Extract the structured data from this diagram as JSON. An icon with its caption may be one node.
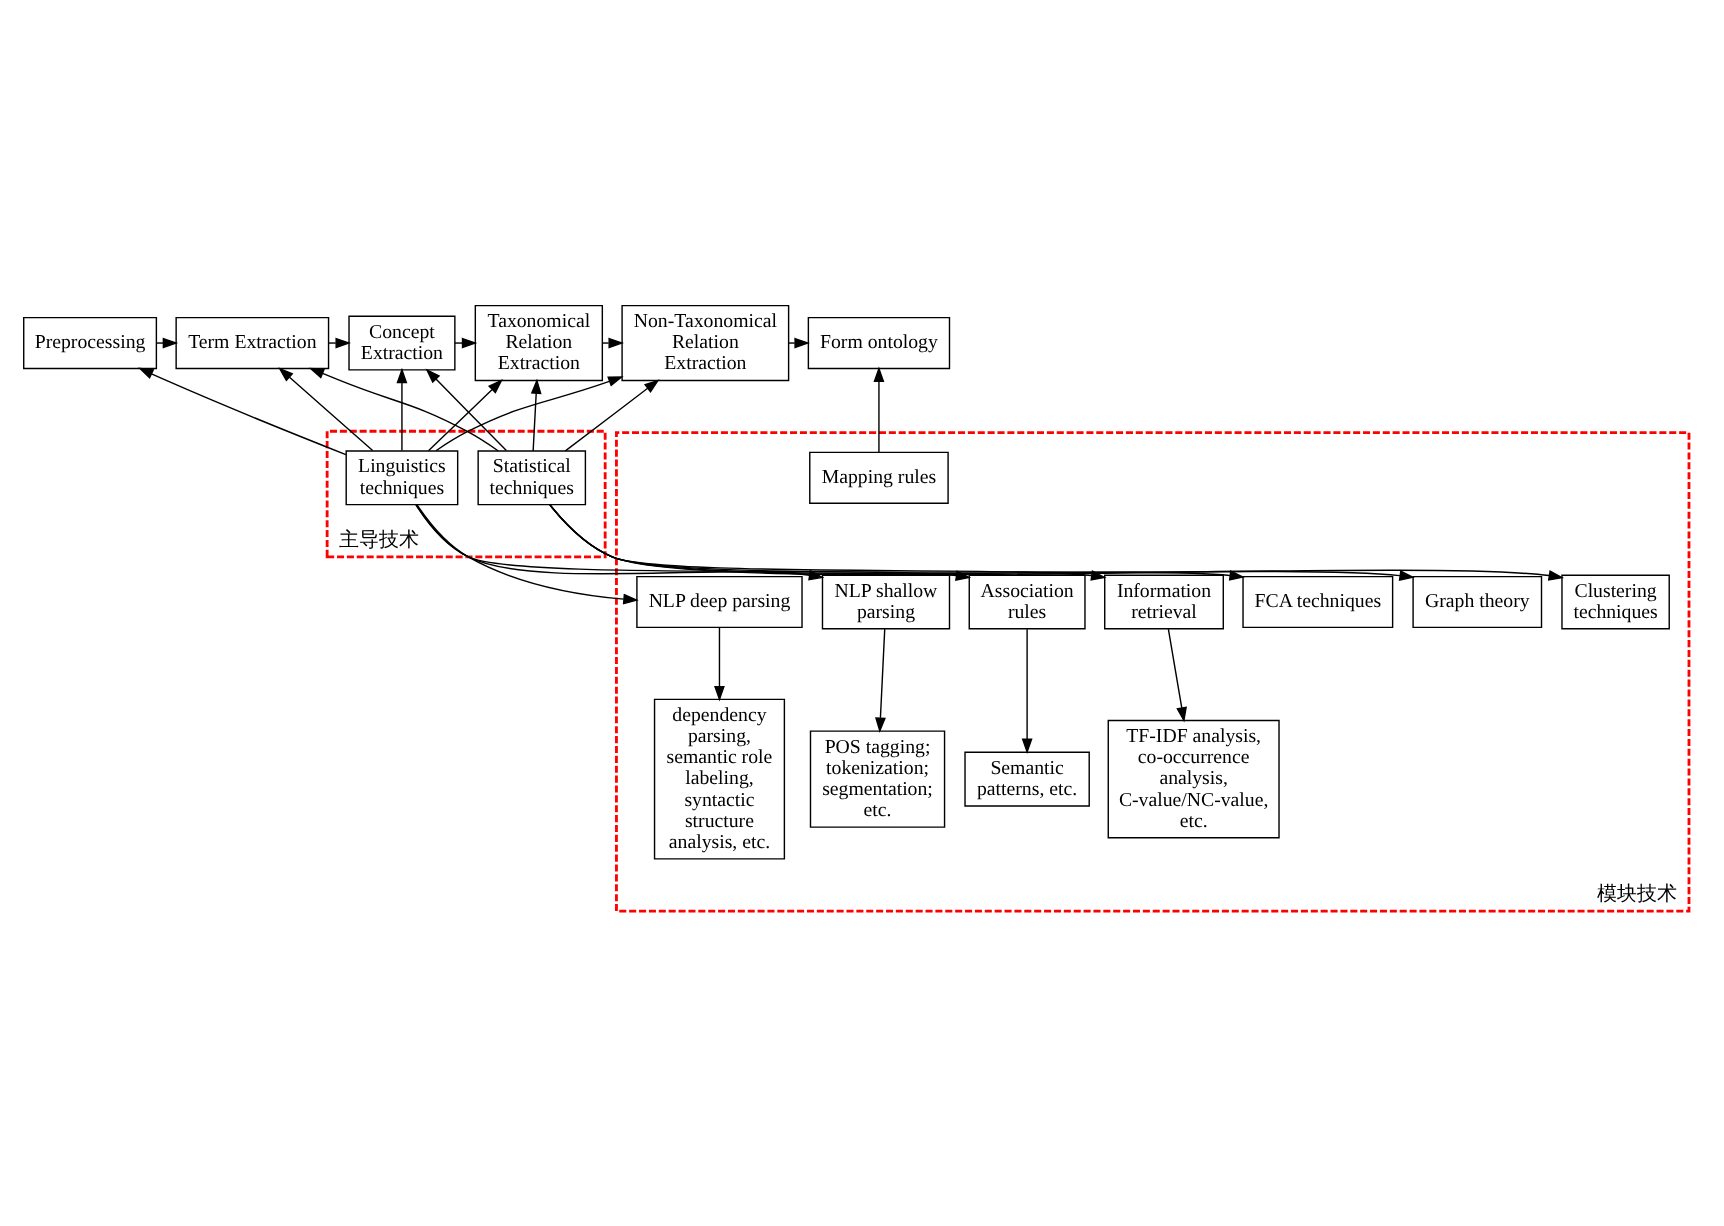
{
  "diagram": {
    "nodes": [
      {
        "text": [
          "Preprocessing"
        ]
      },
      {
        "text": [
          "Term Extraction"
        ]
      },
      {
        "text": [
          "Concept Extraction"
        ]
      },
      {
        "text": [
          "Taxonomical Relation Extraction"
        ]
      },
      {
        "text": [
          "Non-Taxonomical Relation Extraction"
        ]
      },
      {
        "text": [
          "Form ontology"
        ]
      },
      {
        "text": [
          "主导技术"
        ]
      },
      {
        "text": [
          "Linguistics techniques"
        ],
        "in": 6
      },
      {
        "text": [
          "Statistical techniques"
        ],
        "in": 6
      },
      {
        "text": [
          "模块技术"
        ]
      },
      {
        "text": [
          "NLP shallow parsing"
        ],
        "in": 9
      },
      {
        "text": [
          "NLP deep parsing"
        ],
        "in": 9
      },
      {
        "text": [
          "Association rules"
        ],
        "in": 9
      },
      {
        "text": [
          "Information retrieval"
        ],
        "in": 9
      },
      {
        "text": [
          "Clustering techniques"
        ],
        "in": 9
      },
      {
        "text": [
          "Graph theory"
        ],
        "in": 9
      },
      {
        "text": [
          "FCA techniques"
        ],
        "in": 9
      },
      {
        "text": [
          "Mapping rules"
        ],
        "in": 9
      },
      {
        "text": [
          "POS tagging; tokenization; segmentation; etc."
        ],
        "in": 9
      },
      {
        "text": [
          "dependency parsing, semantic role labeling, syntactic structure analysis, etc."
        ],
        "in": 9
      },
      {
        "text": [
          "Semantic patterns, etc."
        ],
        "in": 9
      },
      {
        "text": [
          "TF-IDF analysis, co-occurrence analysis, C-value/NC-value, etc."
        ],
        "in": 9
      }
    ],
    "edges": [
      {
        "from": 0,
        "to": 1,
        "arrow": "to"
      },
      {
        "from": 1,
        "to": 2,
        "arrow": "to"
      },
      {
        "from": 2,
        "to": 3,
        "arrow": "to"
      },
      {
        "from": 3,
        "to": 4,
        "arrow": "to",
        "style": "dashed"
      },
      {
        "from": 4,
        "to": 5,
        "arrow": "to"
      },
      {
        "from": 7,
        "to": 0,
        "arrow": "to"
      },
      {
        "from": 7,
        "to": 1,
        "arrow": "to"
      },
      {
        "from": 7,
        "to": 2,
        "arrow": "to"
      },
      {
        "from": 7,
        "to": 3,
        "arrow": "to"
      },
      {
        "from": 7,
        "to": 4,
        "arrow": "to"
      },
      {
        "from": 8,
        "to": 1,
        "arrow": "to"
      },
      {
        "from": 8,
        "to": 2,
        "arrow": "to"
      },
      {
        "from": 8,
        "to": 3,
        "arrow": "to"
      },
      {
        "from": 8,
        "to": 4,
        "arrow": "to"
      },
      {
        "from": 7,
        "to": 10,
        "arrow": "to"
      },
      {
        "from": 7,
        "to": 11,
        "arrow": "to"
      },
      {
        "from": 7,
        "to": 12,
        "arrow": "to"
      },
      {
        "from": 8,
        "to": 13,
        "arrow": "to"
      },
      {
        "from": 8,
        "to": 14,
        "arrow": "to"
      },
      {
        "from": 8,
        "to": 15,
        "arrow": "to"
      },
      {
        "from": 8,
        "to": 16,
        "arrow": "to"
      },
      {
        "from": 10,
        "to": 18,
        "arrow": "to"
      },
      {
        "from": 11,
        "to": 19,
        "arrow": "to"
      },
      {
        "from": 12,
        "to": 20,
        "arrow": "to"
      },
      {
        "from": 13,
        "to": 21,
        "arrow": "to"
      },
      {
        "from": 17,
        "to": 5,
        "arrow": "to"
      }
    ]
  }
}
